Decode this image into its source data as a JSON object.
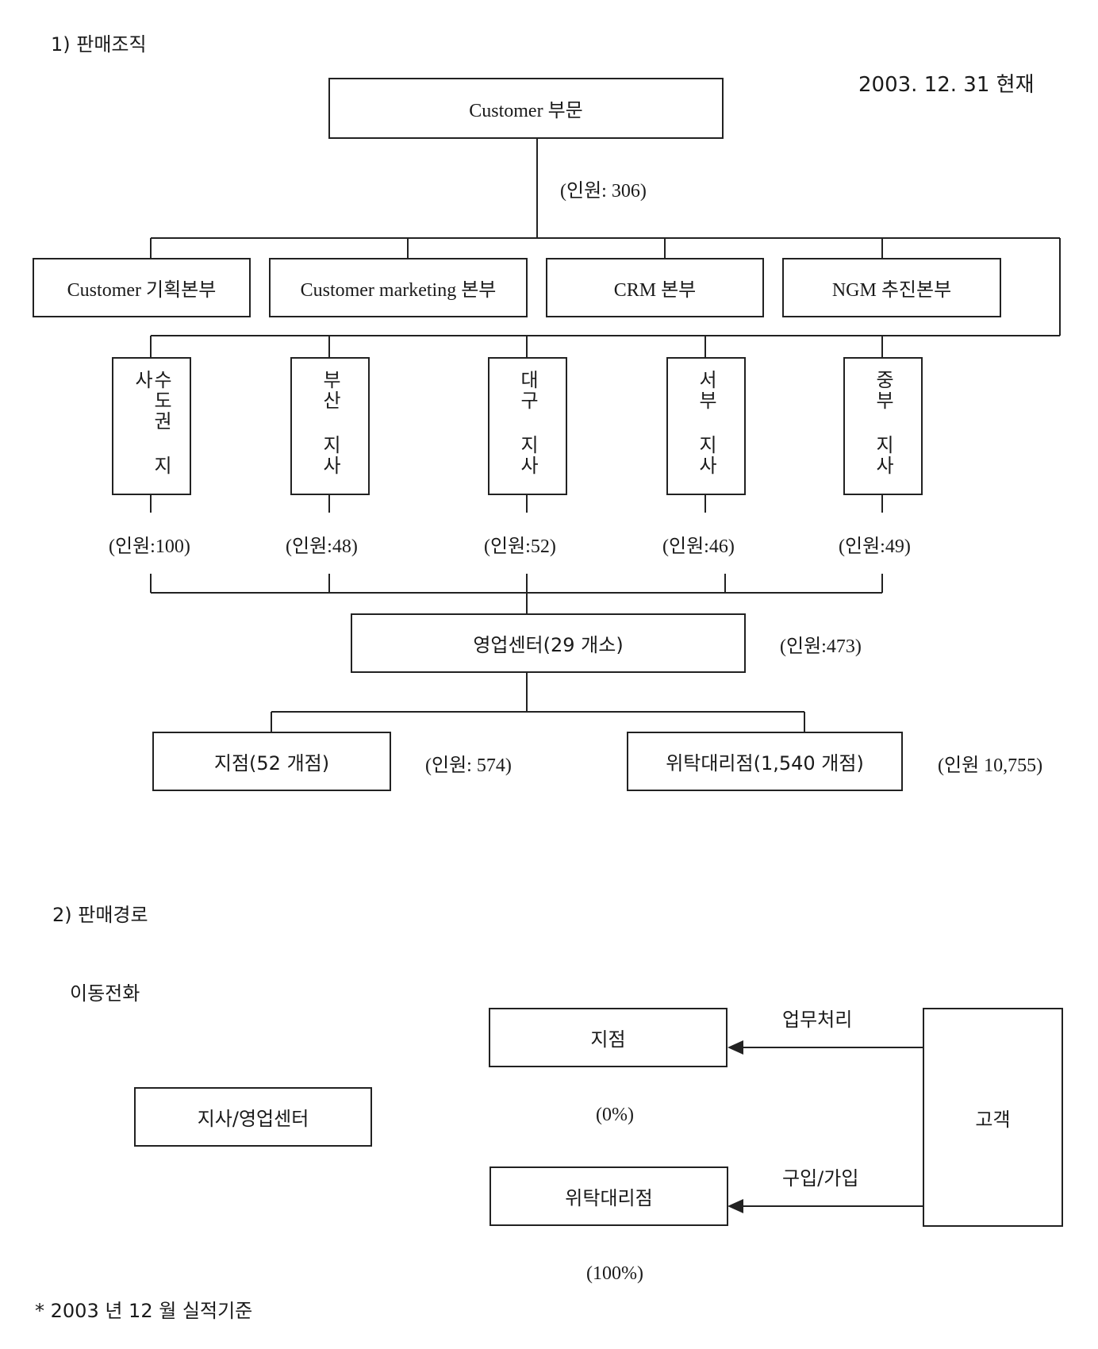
{
  "section1": {
    "heading": "1) 판매조직",
    "date": "2003. 12. 31 현재"
  },
  "org": {
    "top": {
      "label": "Customer 부문",
      "staff": "(인원: 306)"
    },
    "divisions": [
      {
        "label": "Customer 기획본부"
      },
      {
        "label": "Customer marketing 본부"
      },
      {
        "label": "CRM 본부"
      },
      {
        "label": "NGM 추진본부"
      }
    ],
    "branches": [
      {
        "label": "수도권 지사",
        "staff": "(인원:100)"
      },
      {
        "label": "부산 지사",
        "staff": "(인원:48)"
      },
      {
        "label": "대구 지사",
        "staff": "(인원:52)"
      },
      {
        "label": "서부 지사",
        "staff": "(인원:46)"
      },
      {
        "label": "중부 지사",
        "staff": "(인원:49)"
      }
    ],
    "sales_center": {
      "label": "영업센터(29 개소)",
      "staff": "(인원:473)"
    },
    "store": {
      "label": "지점(52 개점)",
      "staff": "(인원: 574)"
    },
    "agency": {
      "label": "위탁대리점(1,540 개점)",
      "staff": "(인원 10,755)"
    }
  },
  "section2": {
    "heading": "2) 판매경로",
    "category": "이동전화",
    "hq_box": "지사/영업센터",
    "store_box": "지점",
    "agency_box": "위탁대리점",
    "customer_box": "고객",
    "arrow_top_label": "업무처리",
    "arrow_bottom_label": "구입/가입",
    "store_share": "(0%)",
    "agency_share": "(100%)",
    "footnote": "* 2003 년 12 월 실적기준"
  }
}
